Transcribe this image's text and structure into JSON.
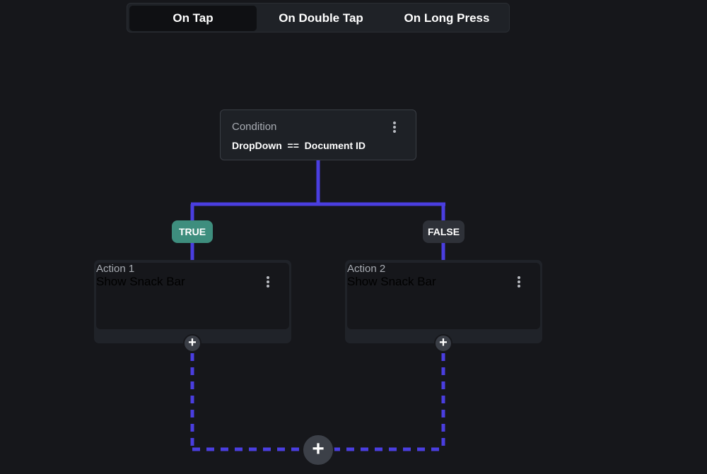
{
  "tabs": [
    {
      "label": "On Tap",
      "active": true
    },
    {
      "label": "On Double Tap",
      "active": false
    },
    {
      "label": "On Long Press",
      "active": false
    }
  ],
  "condition": {
    "title": "Condition",
    "expression": "DropDown  ==  Document ID",
    "menu_icon": "more-vertical-icon"
  },
  "branches": {
    "true_label": "TRUE",
    "false_label": "FALSE"
  },
  "actions": [
    {
      "title": "Action 1",
      "name": "Show Snack Bar",
      "menu_icon": "more-vertical-icon"
    },
    {
      "title": "Action 2",
      "name": "Show Snack Bar",
      "menu_icon": "more-vertical-icon"
    }
  ],
  "add_icon": "+",
  "colors": {
    "background": "#16171b",
    "connector": "#4a3ee0",
    "true_badge": "#3e8e7e",
    "false_badge": "#2e3138",
    "card": "#1e2126"
  }
}
